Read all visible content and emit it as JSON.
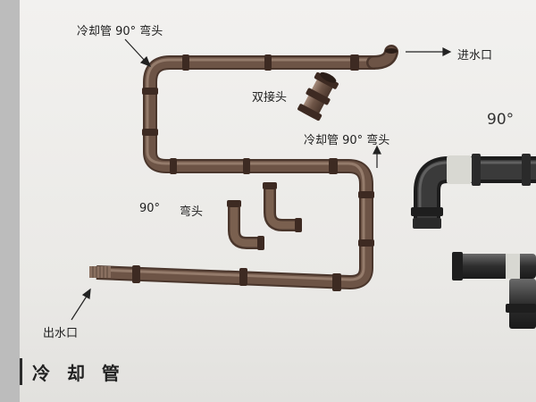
{
  "labels": {
    "elbow_top": "冷却管 90° 弯头",
    "inlet": "进水口",
    "double_joint": "双接头",
    "elbow_right": "冷却管 90° 弯头",
    "elbow_mid_num": "90°",
    "elbow_mid_text": "弯头",
    "outlet": "出水口",
    "corner_90": "90°"
  },
  "title": "冷 却 管",
  "colors": {
    "pipe": "#6d5446",
    "pipe_highlight": "#a58b7b",
    "ring": "#3d2a22",
    "fitting_dark": "#2e2e2e",
    "fitting_light": "#d8d8d2",
    "arrow": "#222222"
  }
}
